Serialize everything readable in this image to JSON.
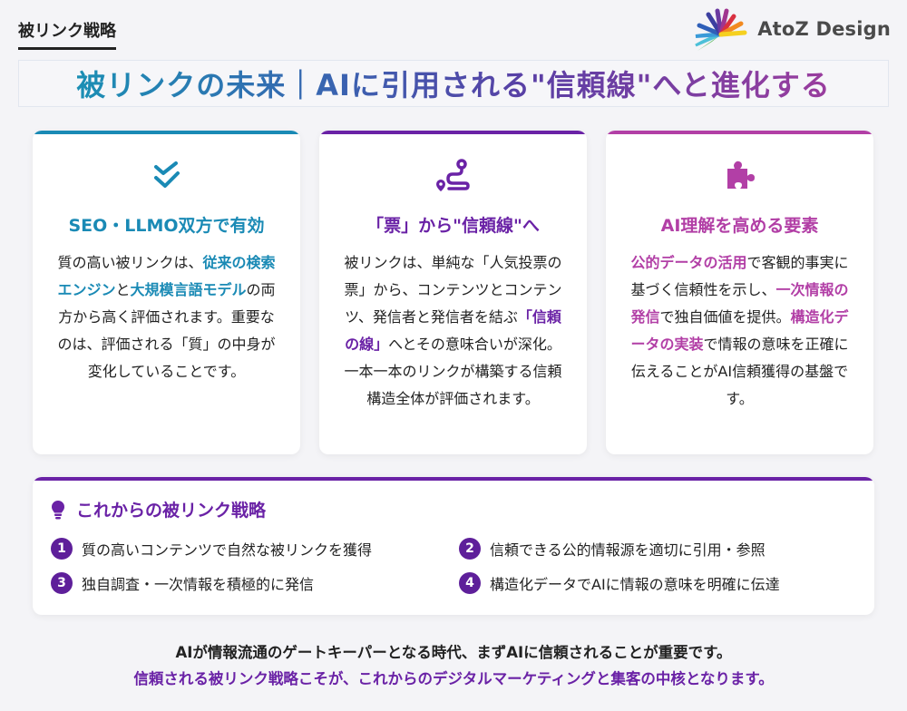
{
  "header": {
    "category": "被リンク戦略",
    "logo_text": "AtoZ Design",
    "title": "被リンクの未来｜AIに引用される\"信頼線\"へと進化する"
  },
  "colors": {
    "teal": "#1a8ab5",
    "purple": "#6a22a6",
    "magenta": "#b23fa6",
    "background": "#f4f4f7"
  },
  "cards": [
    {
      "icon": "double-check-icon",
      "title": "SEO・LLMO双方で有効",
      "body": [
        {
          "t": "質の高い被リンクは、"
        },
        {
          "t": "従来の検索エンジン",
          "hl": true
        },
        {
          "t": "と"
        },
        {
          "t": "大規模言語モデル",
          "hl": true
        },
        {
          "t": "の両方から高く評価されます。重要なのは、評価される「質」の中身が変化していることです。"
        }
      ]
    },
    {
      "icon": "route-icon",
      "title": "「票」から\"信頼線\"へ",
      "body": [
        {
          "t": "被リンクは、単純な「人気投票の票」から、コンテンツとコンテンツ、発信者と発信者を結ぶ"
        },
        {
          "t": "「信頼の線」",
          "hl": true
        },
        {
          "t": "へとその意味合いが深化。一本一本のリンクが構築する信頼構造全体が評価されます。"
        }
      ]
    },
    {
      "icon": "puzzle-piece-icon",
      "title": "AI理解を高める要素",
      "body": [
        {
          "t": "公的データの活用",
          "hl": true
        },
        {
          "t": "で客観的事実に基づく信頼性を示し、"
        },
        {
          "t": "一次情報の発信",
          "hl": true
        },
        {
          "t": "で独自価値を提供。"
        },
        {
          "t": "構造化データの実装",
          "hl": true
        },
        {
          "t": "で情報の意味を正確に伝えることがAI信頼獲得の基盤です。"
        }
      ]
    }
  ],
  "strategy": {
    "icon": "lightbulb-icon",
    "title": "これからの被リンク戦略",
    "items": [
      {
        "num": "1",
        "text": "質の高いコンテンツで自然な被リンクを獲得"
      },
      {
        "num": "2",
        "text": "信頼できる公的情報源を適切に引用・参照"
      },
      {
        "num": "3",
        "text": "独自調査・一次情報を積極的に発信"
      },
      {
        "num": "4",
        "text": "構造化データでAIに情報の意味を明確に伝達"
      }
    ]
  },
  "footer": {
    "line1": "AIが情報流通のゲートキーパーとなる時代、まずAIに信頼されることが重要です。",
    "line2": "信頼される被リンク戦略こそが、これからのデジタルマーケティングと集客の中核となります。"
  }
}
